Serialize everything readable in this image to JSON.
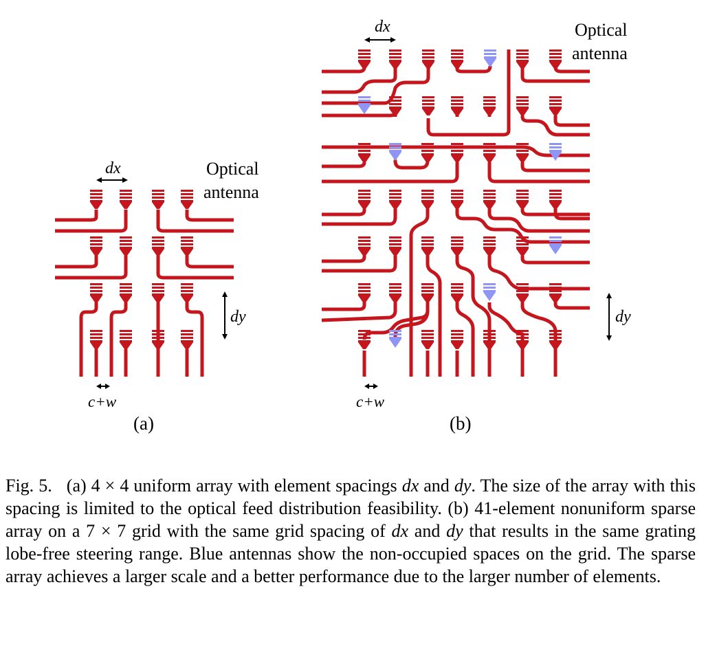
{
  "figure": {
    "panel_a": {
      "label": "(a)",
      "dx_label": "dx",
      "dy_label": "dy",
      "cw_label": "c+w",
      "antenna_label_line1": "Optical",
      "antenna_label_line2": "antenna"
    },
    "panel_b": {
      "label": "(b)",
      "dx_label": "dx",
      "dy_label": "dy",
      "cw_label": "c+w",
      "antenna_label_line1": "Optical",
      "antenna_label_line2": "antenna"
    },
    "colors": {
      "waveguide": "#c4161c",
      "empty_site": "#8f95f5"
    }
  },
  "caption": {
    "lead": "Fig. 5.",
    "text_1": "(a) 4 × 4 uniform array with element spacings ",
    "dx": "dx",
    "and": " and ",
    "dy": "dy",
    "text_2": ". The size of the array with this spacing is limited to the optical feed distribution feasibility. (b) 41-element nonuniform sparse array on a 7 × 7 grid with the same grid spacing of ",
    "dx2": "dx",
    "and2": " and ",
    "dy2": "dy",
    "text_3": " that results in the same grating lobe-free steering range. Blue antennas show the non-occupied spaces on the grid. The sparse array achieves a larger scale and a better performance due to the larger number of elements."
  }
}
